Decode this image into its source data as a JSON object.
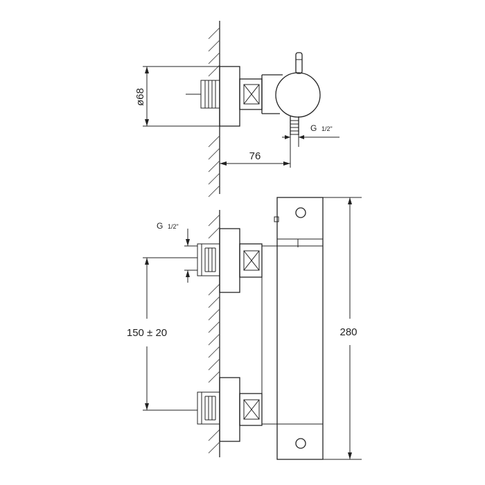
{
  "dimensions": {
    "diameter": "ø68",
    "depth": "76",
    "thread_top_prefix": "G",
    "thread_top_frac": "1/2\"",
    "thread_side_prefix": "G",
    "thread_side_frac": "1/2\"",
    "center_distance": "150 ± 20",
    "height": "280"
  }
}
